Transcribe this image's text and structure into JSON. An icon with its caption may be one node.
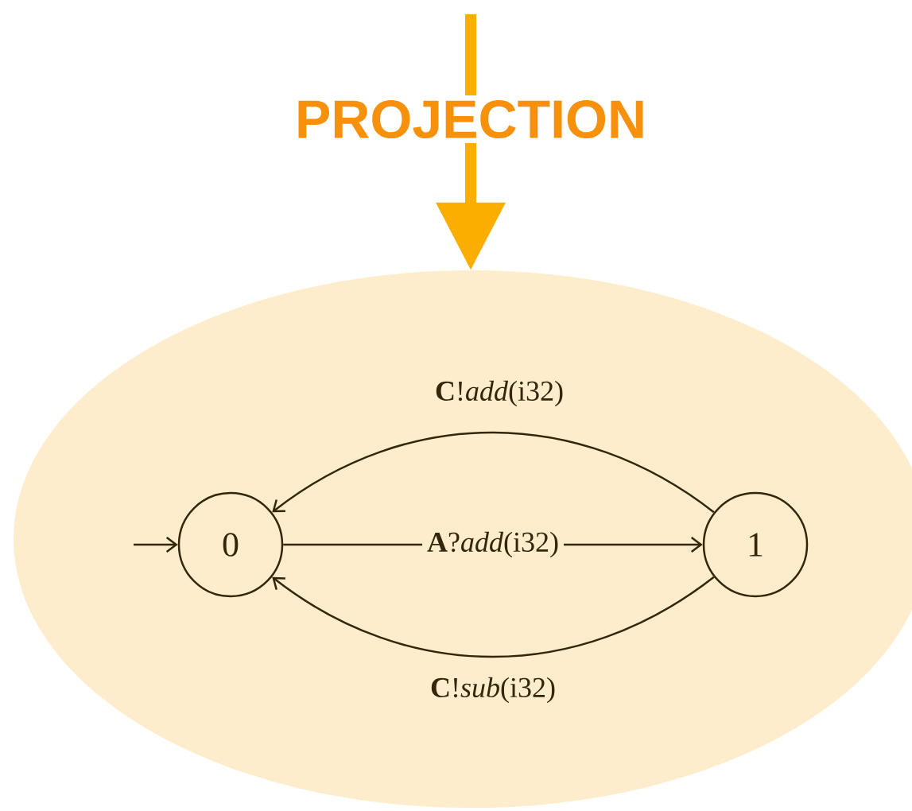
{
  "diagram": {
    "nodes": [
      {
        "text": [],
        "shape": "ellipse"
      },
      {
        "text": [
          "0"
        ],
        "in": 0
      },
      {
        "text": [
          "1"
        ],
        "in": 0
      }
    ],
    "edges": [
      {
        "from": null,
        "to": 0,
        "arrow": "to",
        "label": "PROJECTION",
        "style": "thick",
        "color": "#fbad00"
      },
      {
        "from": null,
        "to": 1,
        "arrow": "to"
      },
      {
        "from": 1,
        "to": 2,
        "arrow": "to",
        "label": "**A**?*add*(i32)"
      },
      {
        "from": 2,
        "to": 1,
        "arrow": "to",
        "label": "**C**!*add*(i32)"
      },
      {
        "from": 2,
        "to": 1,
        "arrow": "to",
        "label": "**C**!*sub*(i32)"
      }
    ]
  }
}
